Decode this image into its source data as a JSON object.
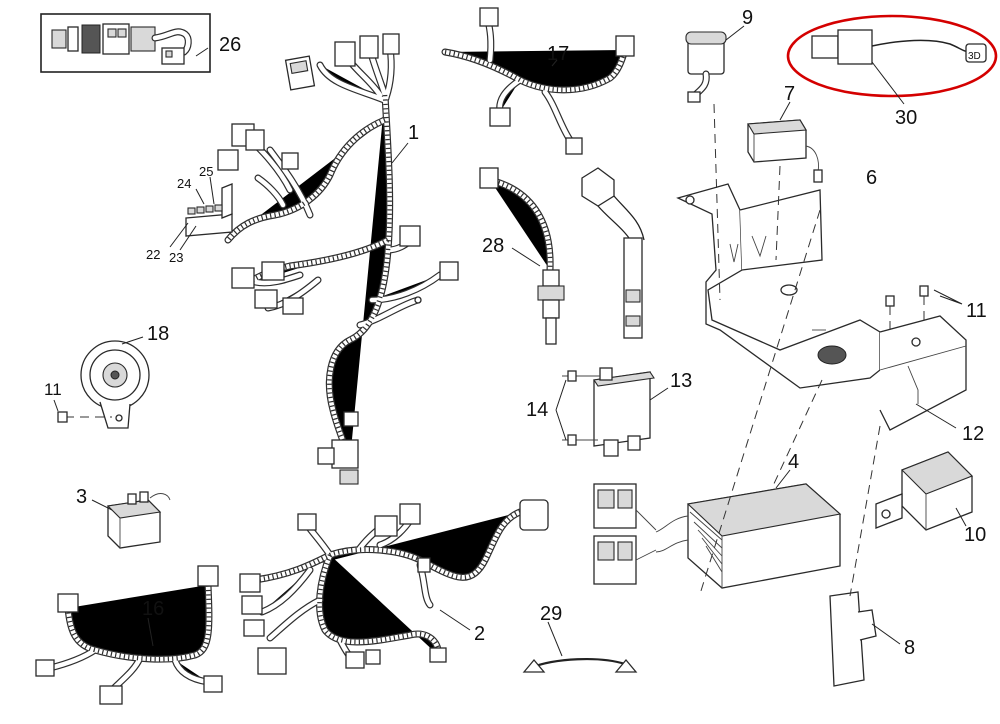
{
  "callouts": {
    "p1": "1",
    "p2": "2",
    "p3": "3",
    "p4": "4",
    "p6": "6",
    "p7": "7",
    "p8": "8",
    "p9": "9",
    "p10": "10",
    "p11a": "11",
    "p11b": "11",
    "p12": "12",
    "p13": "13",
    "p14": "14",
    "p16": "16",
    "p17": "17",
    "p18": "18",
    "p22": "22",
    "p23": "23",
    "p24": "24",
    "p25": "25",
    "p26": "26",
    "p28": "28",
    "p29": "29",
    "p30": "30"
  },
  "connector_label": "3D",
  "colors": {
    "highlight": "#d40000",
    "line": "#2a2a2a"
  }
}
